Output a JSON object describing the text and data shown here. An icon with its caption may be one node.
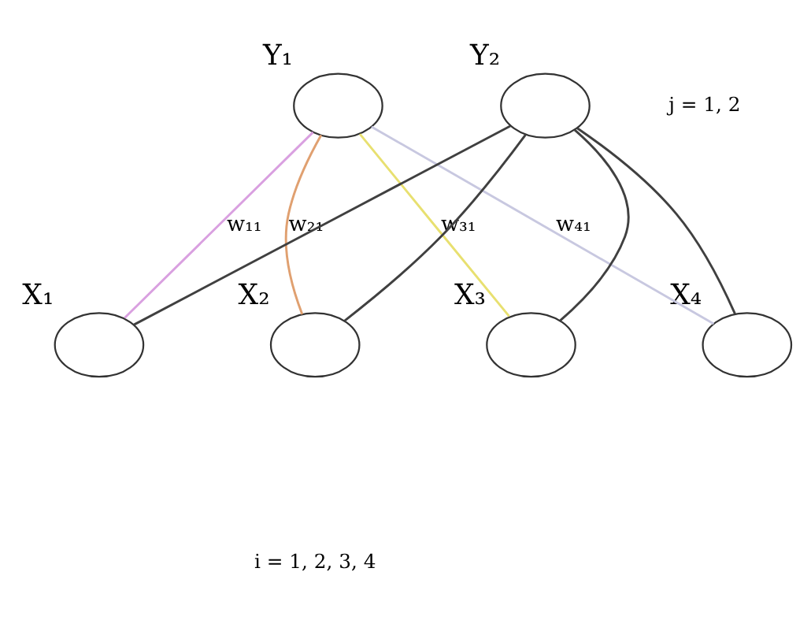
{
  "diagram": {
    "nodes": [
      {
        "text": [
          "Y₁"
        ]
      },
      {
        "text": [
          "Y₂"
        ]
      },
      {
        "text": [
          "X₁"
        ]
      },
      {
        "text": [
          "X₂"
        ]
      },
      {
        "text": [
          "X₃"
        ]
      },
      {
        "text": [
          "X₄"
        ]
      }
    ],
    "edges": [
      {
        "from": 0,
        "to": 2,
        "arrow": "none",
        "label": "w₁₁",
        "color": "#d9a0e0"
      },
      {
        "from": 0,
        "to": 3,
        "arrow": "none",
        "label": "w₂₁",
        "color": "#e0a070"
      },
      {
        "from": 0,
        "to": 4,
        "arrow": "none",
        "label": "w₃₁",
        "color": "#e8e070"
      },
      {
        "from": 0,
        "to": 5,
        "arrow": "none",
        "label": "w₄₁",
        "color": "#c8c8e0"
      },
      {
        "from": 1,
        "to": 2,
        "arrow": "none"
      },
      {
        "from": 1,
        "to": 3,
        "arrow": "none"
      },
      {
        "from": 1,
        "to": 4,
        "arrow": "none"
      },
      {
        "from": 1,
        "to": 5,
        "arrow": "none"
      }
    ],
    "labels": [
      "j = 1, 2",
      "i = 1, 2, 3, 4"
    ]
  }
}
